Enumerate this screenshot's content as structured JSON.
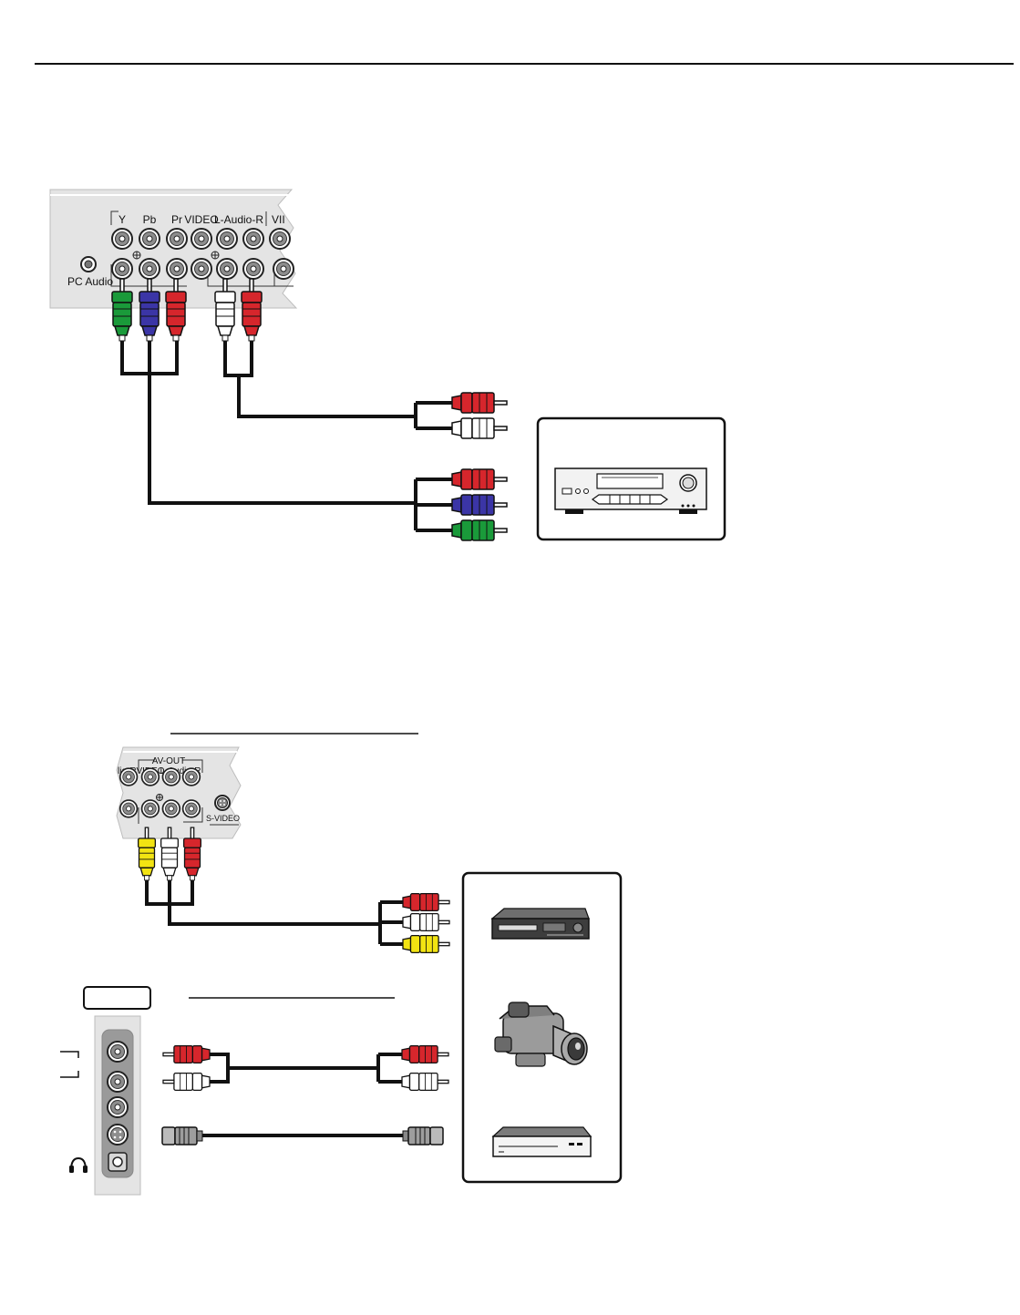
{
  "panel_top": {
    "labels": {
      "y": "Y",
      "pb": "Pb",
      "pr": "Pr",
      "video": "VIDEO",
      "audio": "L-Audio-R",
      "video_cut": "VII",
      "pc_audio": "PC Audio"
    }
  },
  "panel_av_out": {
    "labels": {
      "header": "AV-OUT",
      "audio_cut": "lio-R",
      "video": "VIDEO",
      "audio": "L-Audio-R",
      "svideo": "S-VIDEO"
    }
  },
  "colors": {
    "green": "#1a9a3a",
    "blue": "#3b35a6",
    "red": "#d6262c",
    "white": "#ffffff",
    "yellow": "#f2e312",
    "panel": "#e4e4e4",
    "jack": "#9a9a9a",
    "cable": "#111111"
  }
}
